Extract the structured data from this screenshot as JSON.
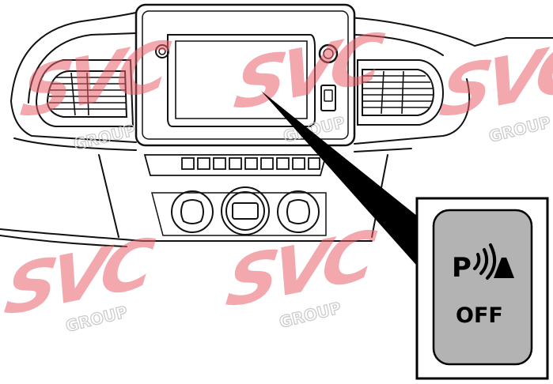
{
  "button": {
    "symbol_letter": "P",
    "state_text": "OFF",
    "symbol_icon": "parking-sensor-icon",
    "face_color": "#b3b3b3"
  },
  "watermark": {
    "brand": "SVC",
    "sub": "GROUP",
    "color": "#e8606a"
  },
  "colors": {
    "line": "#111111",
    "callout_pointer": "#000000",
    "background": "#ffffff"
  }
}
